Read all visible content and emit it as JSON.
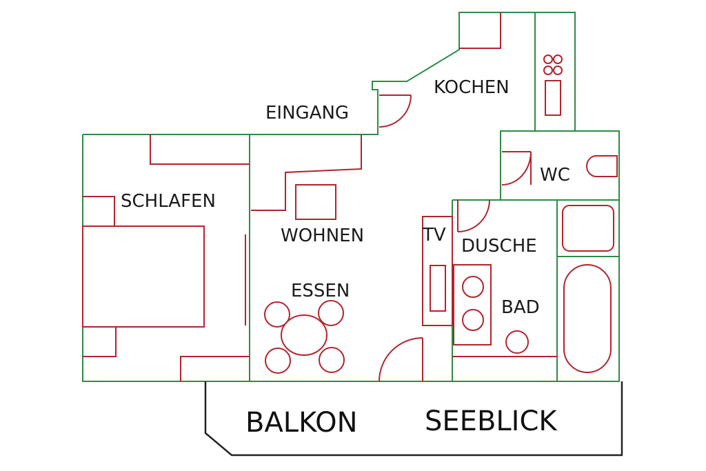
{
  "rooms": {
    "eingang": "EINGANG",
    "kochen": "KOCHEN",
    "schlafen": "SCHLAFEN",
    "wohnen": "WOHNEN",
    "essen": "ESSEN",
    "tv": "TV",
    "wc": "WC",
    "dusche": "DUSCHE",
    "bad": "BAD"
  },
  "balcony": {
    "left": "BALKON",
    "right": "SEEBLICK"
  },
  "colors": {
    "walls": "#2e8b45",
    "furniture": "#b3232d",
    "balcony": "#222222"
  }
}
